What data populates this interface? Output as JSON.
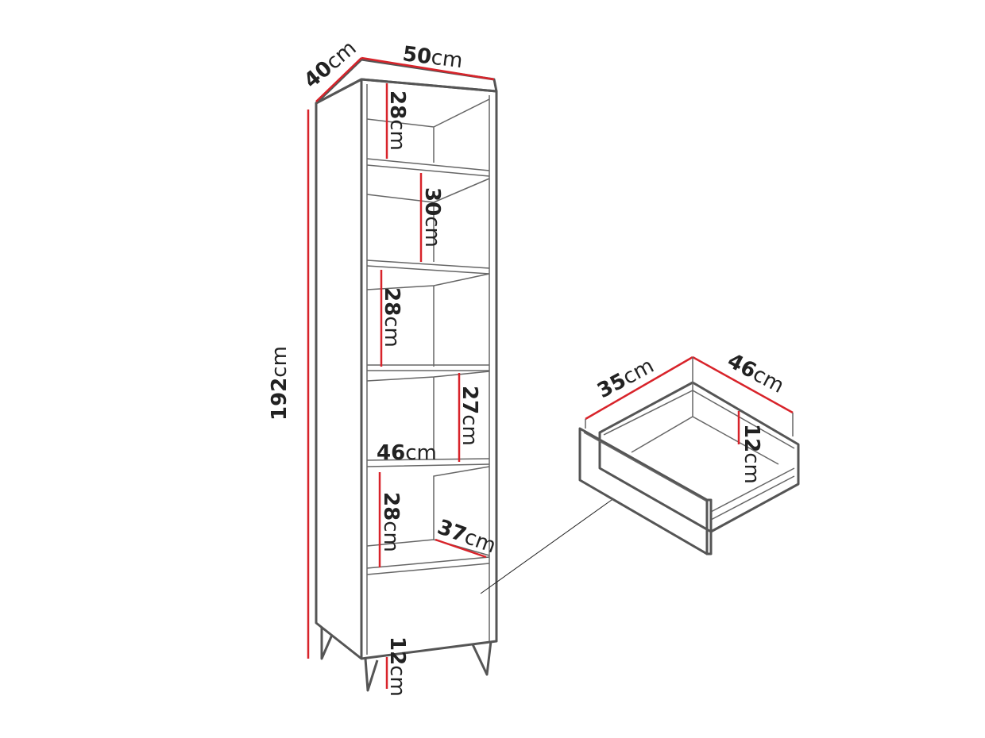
{
  "colors": {
    "outline": "#555555",
    "dimension_line": "#d8232a",
    "text": "#222222"
  },
  "cabinet": {
    "depth": {
      "value": "40",
      "unit": "cm"
    },
    "width": {
      "value": "50",
      "unit": "cm"
    },
    "height": {
      "value": "192",
      "unit": "cm"
    },
    "shelf_1": {
      "value": "28",
      "unit": "cm"
    },
    "shelf_2": {
      "value": "30",
      "unit": "cm"
    },
    "shelf_3": {
      "value": "28",
      "unit": "cm"
    },
    "shelf_4": {
      "value": "27",
      "unit": "cm"
    },
    "inner_width": {
      "value": "46",
      "unit": "cm"
    },
    "shelf_5": {
      "value": "28",
      "unit": "cm"
    },
    "inner_depth": {
      "value": "37",
      "unit": "cm"
    },
    "legs": {
      "value": "12",
      "unit": "cm"
    }
  },
  "drawer": {
    "depth": {
      "value": "35",
      "unit": "cm"
    },
    "width": {
      "value": "46",
      "unit": "cm"
    },
    "height": {
      "value": "12",
      "unit": "cm"
    }
  }
}
